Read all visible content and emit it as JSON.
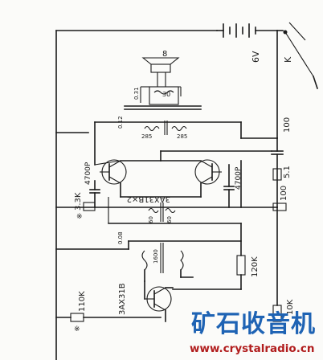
{
  "labels": {
    "battery": "6V",
    "switch": "K",
    "speaker": "8",
    "speaker_tap": "30",
    "out_primary": "0.31",
    "out_secondary": "0.12",
    "drv_left": "285",
    "drv_right": "285",
    "cap_left": "4700P",
    "cap_right": "4700P",
    "cap_top": "100",
    "res_top": "5.1",
    "res_left": "3.3K",
    "res_mid": "100",
    "transistor_pair": "3AX31B×2",
    "trans_center_a": "60",
    "trans_center_b": "60",
    "inter_core": "0.08",
    "inter_turns": "1600",
    "res_bias": "120K",
    "transistor_driver": "3AX31B",
    "res_bottom": "110K",
    "res_bottom_right": "10K",
    "mark_a": "※",
    "mark_b": "※"
  },
  "watermark": {
    "title": "矿石收音机",
    "url": "www.crystalradio.cn"
  },
  "colors": {
    "ink": "#1a1a1a",
    "watermark_title": "#1e63b4",
    "watermark_url": "#b11d1d"
  }
}
